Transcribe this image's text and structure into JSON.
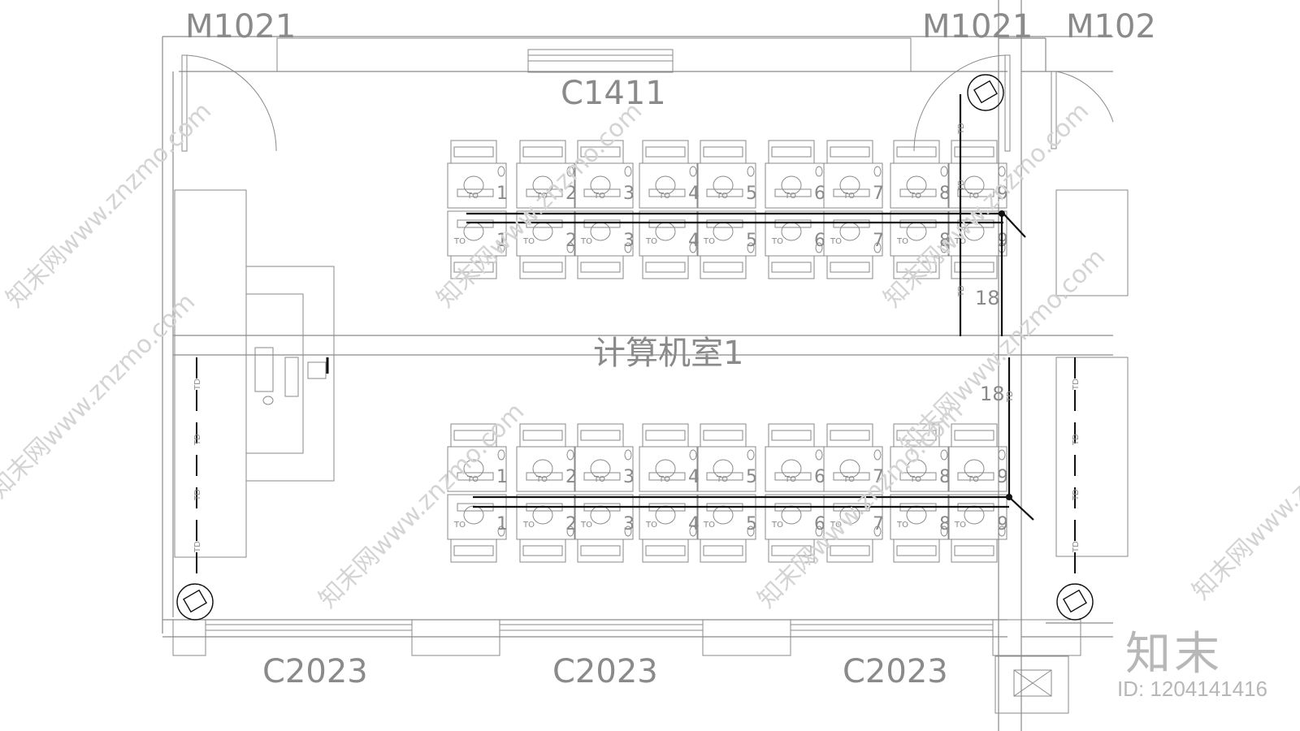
{
  "labels": {
    "door_top_left": "M1021",
    "door_top_right": "M1021",
    "door_top_far_right": "M102",
    "window_top": "C1411",
    "windows_bottom": [
      "C2023",
      "C2023",
      "C2023"
    ],
    "room_name": "计算机室1"
  },
  "workstations": {
    "top_row_numbers": [
      "1",
      "2",
      "3",
      "4",
      "5",
      "6",
      "7",
      "8",
      "9"
    ],
    "bottom_row_numbers": [
      "1",
      "2",
      "3",
      "4",
      "5",
      "6",
      "7",
      "8",
      "9"
    ],
    "outlet_tag": "TO",
    "cable_tag": "TD",
    "cable_count": "18"
  },
  "watermarks": [
    "知末网www.znzmo.com",
    "知末网www.znzmo.com",
    "知末网www.znzmo.com",
    "知末网www.znzmo.com",
    "知末网www.znzmo.com",
    "知末网www.znzmo.com",
    "知末网www.znzmo.com",
    "知末网www.znzmo.com"
  ],
  "branding": {
    "logo_text": "知末",
    "id_text": "ID: 1204141416"
  },
  "colors": {
    "line": "#8a8a8a",
    "cable": "#111111",
    "watermark": "#d4d4d4"
  }
}
